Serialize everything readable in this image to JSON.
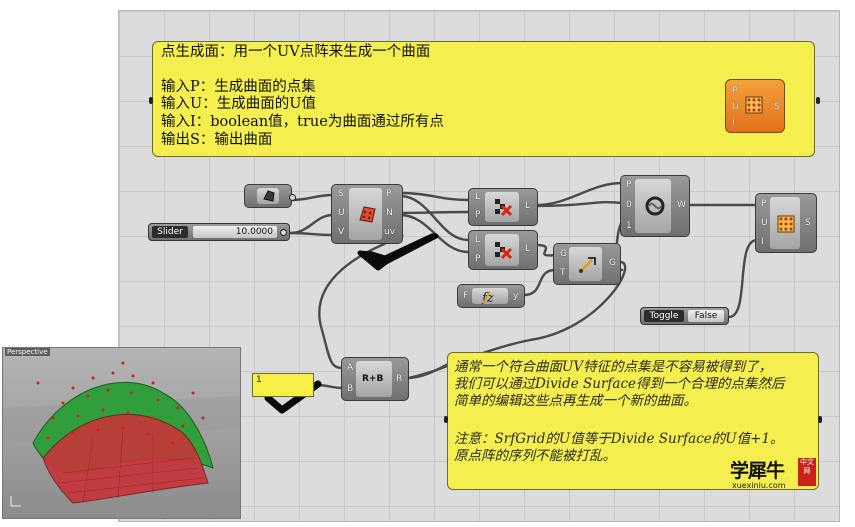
{
  "note_top": {
    "title": "点生成面：用一个UV点阵来生成一个曲面",
    "line_p": "输入P：生成曲面的点集",
    "line_u": "输入U：生成曲面的U值",
    "line_i": "输入I：boolean值，true为曲面通过所有点",
    "line_s": "输出S：输出曲面"
  },
  "note_bottom": {
    "line1": "通常一个符合曲面UV特征的点集是不容易被得到了，",
    "line2": "我们可以通过Divide Surface得到一个合理的点集然后",
    "line3": "简单的编辑这些点再生成一个新的曲面。",
    "line4": "注意：SrfGrid的U值等于Divide Surface的U值+1。",
    "line5": "原点阵的序列不能被打乱。"
  },
  "slider": {
    "caption": "Slider",
    "value": "10.0000"
  },
  "toggle": {
    "caption": "Toggle",
    "value": "False"
  },
  "panel": {
    "value": "1"
  },
  "viewport": {
    "title": "Perspective"
  },
  "components": {
    "divide": {
      "in": [
        "S",
        "U",
        "V"
      ],
      "out": [
        "P",
        "N",
        "uv"
      ]
    },
    "cull1": {
      "in": [
        "L",
        "P"
      ],
      "out": [
        "L"
      ]
    },
    "cull2": {
      "in": [
        "L",
        "P"
      ],
      "out": [
        "L"
      ]
    },
    "weave": {
      "in": [
        "P",
        "0",
        "1"
      ],
      "out": [
        "W"
      ]
    },
    "srfgrid": {
      "in": [
        "P",
        "U",
        "I"
      ],
      "out": [
        "S"
      ]
    },
    "move": {
      "in": [
        "G",
        "T"
      ],
      "out": [
        "G"
      ]
    },
    "fz": {
      "in": [
        "F"
      ],
      "out": [
        "y"
      ]
    },
    "addition": {
      "in": [
        "A",
        "B"
      ],
      "op": "R+B",
      "out": [
        "R"
      ]
    },
    "legend": {
      "in": [
        "P",
        "U",
        "I"
      ],
      "out": [
        "S"
      ]
    }
  },
  "watermark": {
    "brand": "学犀牛",
    "stamp": "中文网",
    "url": "xuexiniu.com"
  },
  "colors": {
    "note": "#f5ee4f",
    "canvas": "#dcdcdc",
    "accent_orange": "#e2701d",
    "check": "#0a0a0a"
  }
}
